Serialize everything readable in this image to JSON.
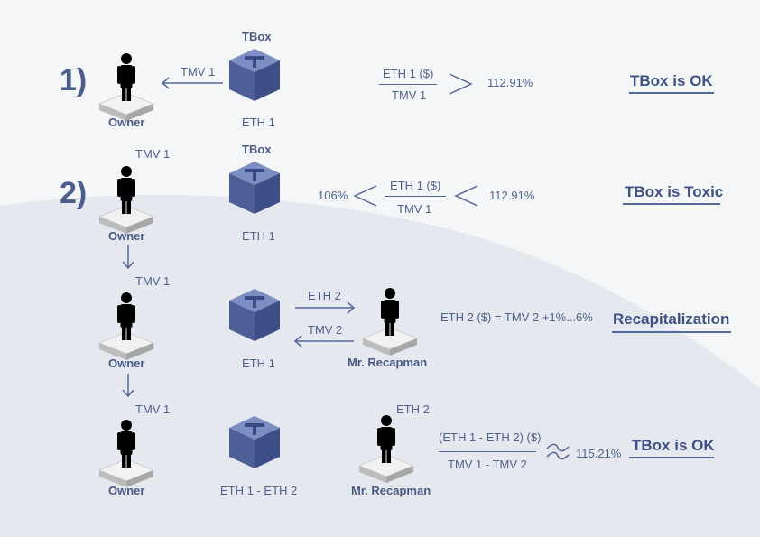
{
  "rows": {
    "row1": {
      "step": "1)",
      "box_title": "TBox",
      "owner_label": "Owner",
      "box_label": "ETH 1",
      "arrow_label": "TMV 1",
      "ratio_num": "ETH 1 ($)",
      "ratio_den": "TMV 1",
      "compare_right": "112.91%",
      "status": "TBox is OK"
    },
    "row2": {
      "step": "2)",
      "box_title": "TBox",
      "owner_label": "Owner",
      "owner_tag": "TMV 1",
      "box_label": "ETH 1",
      "compare_left": "106%",
      "ratio_num": "ETH 1 ($)",
      "ratio_den": "TMV 1",
      "compare_right": "112.91%",
      "status": "TBox is Toxic"
    },
    "row3": {
      "owner_label": "Owner",
      "owner_tag": "TMV 1",
      "box_label": "ETH 1",
      "arrow_right_label": "ETH 2",
      "arrow_left_label": "TMV 2",
      "recap_label": "Mr. Recapman",
      "formula": "ETH 2 ($) = TMV 2 +1%...6%",
      "status": "Recapitalization"
    },
    "row4": {
      "owner_label": "Owner",
      "owner_tag": "TMV 1",
      "box_label": "ETH 1 - ETH 2",
      "recap_label": "Mr. Recapman",
      "recap_tag": "ETH 2",
      "ratio_num": "(ETH 1 - ETH 2) ($)",
      "ratio_den": "TMV 1 - TMV 2",
      "compare_right": "115.21%",
      "status": "TBox is OK"
    }
  },
  "colors": {
    "owner": "#2a8fa6",
    "recapman": "#1fa86a",
    "tbox": "#5b6fa8",
    "accent": "#4a5d8c"
  }
}
